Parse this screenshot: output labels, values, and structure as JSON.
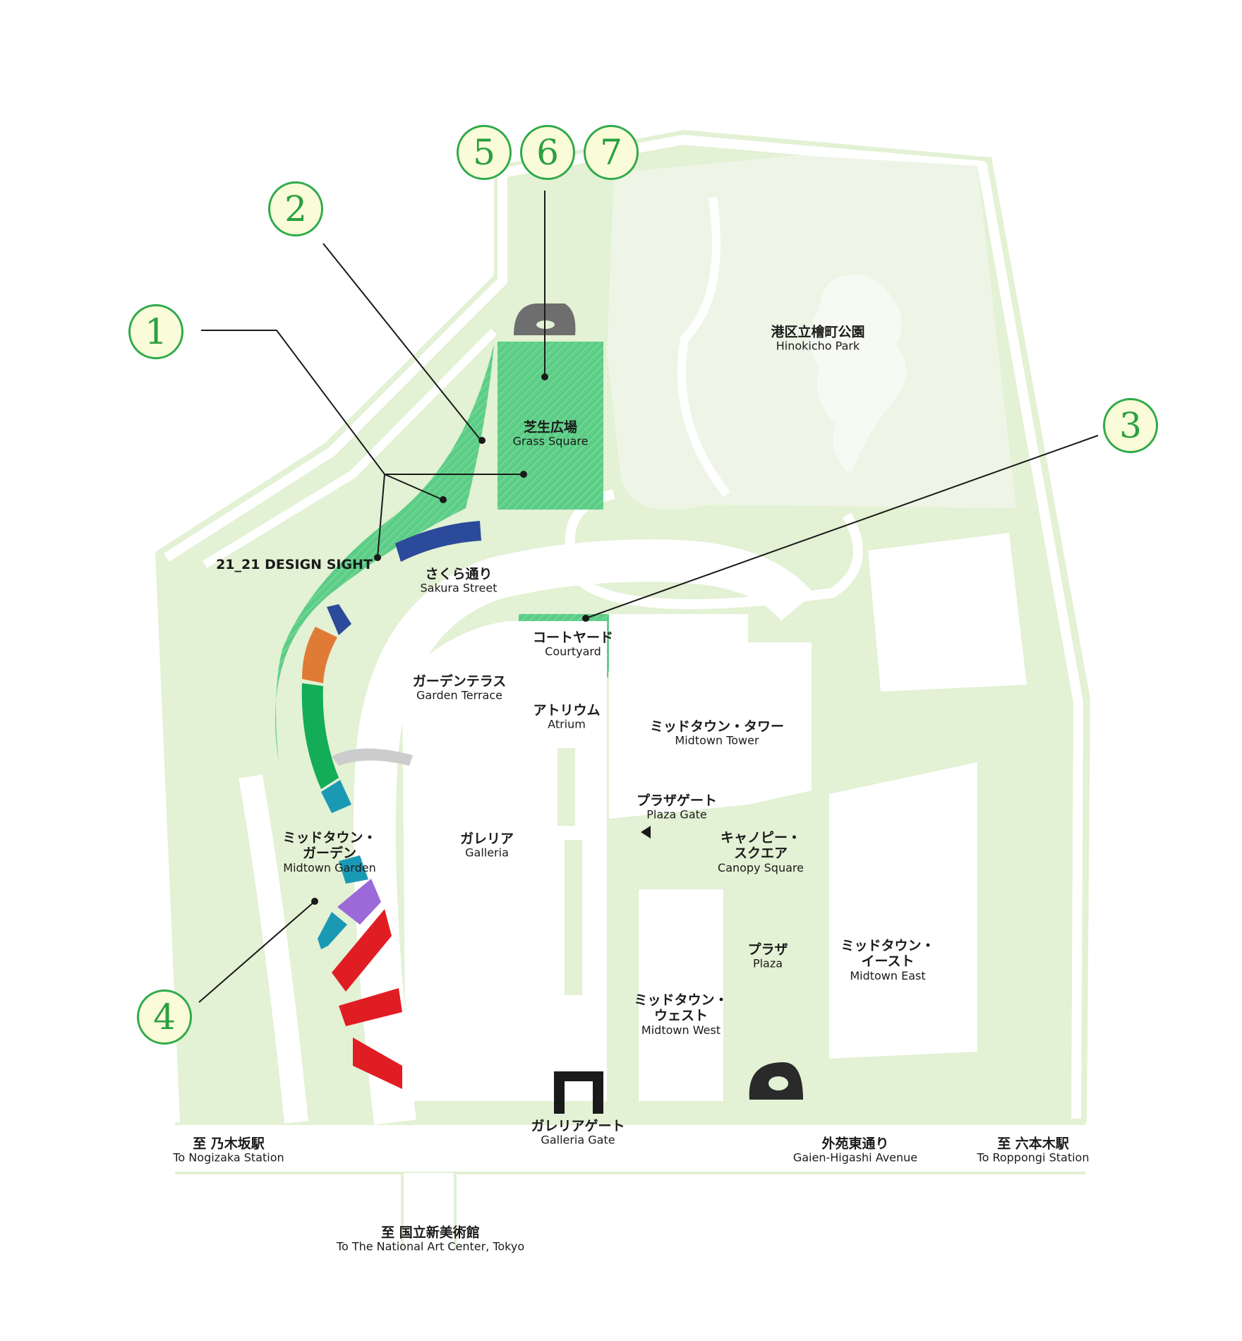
{
  "colors": {
    "background": "#ffffff",
    "ground": "#e3f1d4",
    "park": "#eef5e6",
    "building": "#ffffff",
    "featured_green": "#5ccd86",
    "marker_border": "#2faa4a",
    "marker_fill": "#fafbd8",
    "leader_line": "#1a1a1a"
  },
  "markers": [
    {
      "id": "1",
      "label": "1"
    },
    {
      "id": "2",
      "label": "2"
    },
    {
      "id": "3",
      "label": "3"
    },
    {
      "id": "4",
      "label": "4"
    },
    {
      "id": "5",
      "label": "5"
    },
    {
      "id": "6",
      "label": "6"
    },
    {
      "id": "7",
      "label": "7"
    }
  ],
  "places": {
    "hinokicho_park": {
      "jp": "港区立檜町公園",
      "en": "Hinokicho Park"
    },
    "grass_square": {
      "jp": "芝生広場",
      "en": "Grass Square"
    },
    "design_sight": {
      "label": "21_21 DESIGN SIGHT"
    },
    "sakura_street": {
      "jp": "さくら通り",
      "en": "Sakura Street"
    },
    "courtyard": {
      "jp": "コートヤード",
      "en": "Courtyard"
    },
    "garden_terrace": {
      "jp": "ガーデンテラス",
      "en": "Garden Terrace"
    },
    "atrium": {
      "jp": "アトリウム",
      "en": "Atrium"
    },
    "midtown_tower": {
      "jp": "ミッドタウン・タワー",
      "en": "Midtown Tower"
    },
    "plaza_gate": {
      "jp": "プラザゲート",
      "en": "Plaza Gate"
    },
    "galleria": {
      "jp": "ガレリア",
      "en": "Galleria"
    },
    "canopy_square": {
      "jp1": "キャノピー・",
      "jp2": "スクエア",
      "en": "Canopy Square"
    },
    "midtown_garden": {
      "jp1": "ミッドタウン・",
      "jp2": "ガーデン",
      "en": "Midtown Garden"
    },
    "plaza": {
      "jp": "プラザ",
      "en": "Plaza"
    },
    "midtown_east": {
      "jp1": "ミッドタウン・",
      "jp2": "イースト",
      "en": "Midtown East"
    },
    "midtown_west": {
      "jp1": "ミッドタウン・",
      "jp2": "ウェスト",
      "en": "Midtown West"
    },
    "galleria_gate": {
      "jp": "ガレリアゲート",
      "en": "Galleria Gate"
    },
    "to_nogizaka": {
      "jp": "至 乃木坂駅",
      "en": "To Nogizaka Station"
    },
    "gaien_higashi": {
      "jp": "外苑東通り",
      "en": "Gaien-Higashi Avenue"
    },
    "to_roppongi": {
      "jp": "至 六本木駅",
      "en": "To Roppongi Station"
    },
    "to_nact": {
      "jp": "至 国立新美術館",
      "en": "To The National Art Center, Tokyo"
    }
  },
  "installations": [
    {
      "color": "#2b4a9a"
    },
    {
      "color": "#2b4a9a"
    },
    {
      "color": "#e07b35"
    },
    {
      "color": "#12ad56"
    },
    {
      "color": "#1a99b5"
    },
    {
      "color": "#1a99b5"
    },
    {
      "color": "#9b6ad8"
    },
    {
      "color": "#1a99b5"
    },
    {
      "color": "#e11d24"
    },
    {
      "color": "#e11d24"
    },
    {
      "color": "#e11d24"
    }
  ]
}
